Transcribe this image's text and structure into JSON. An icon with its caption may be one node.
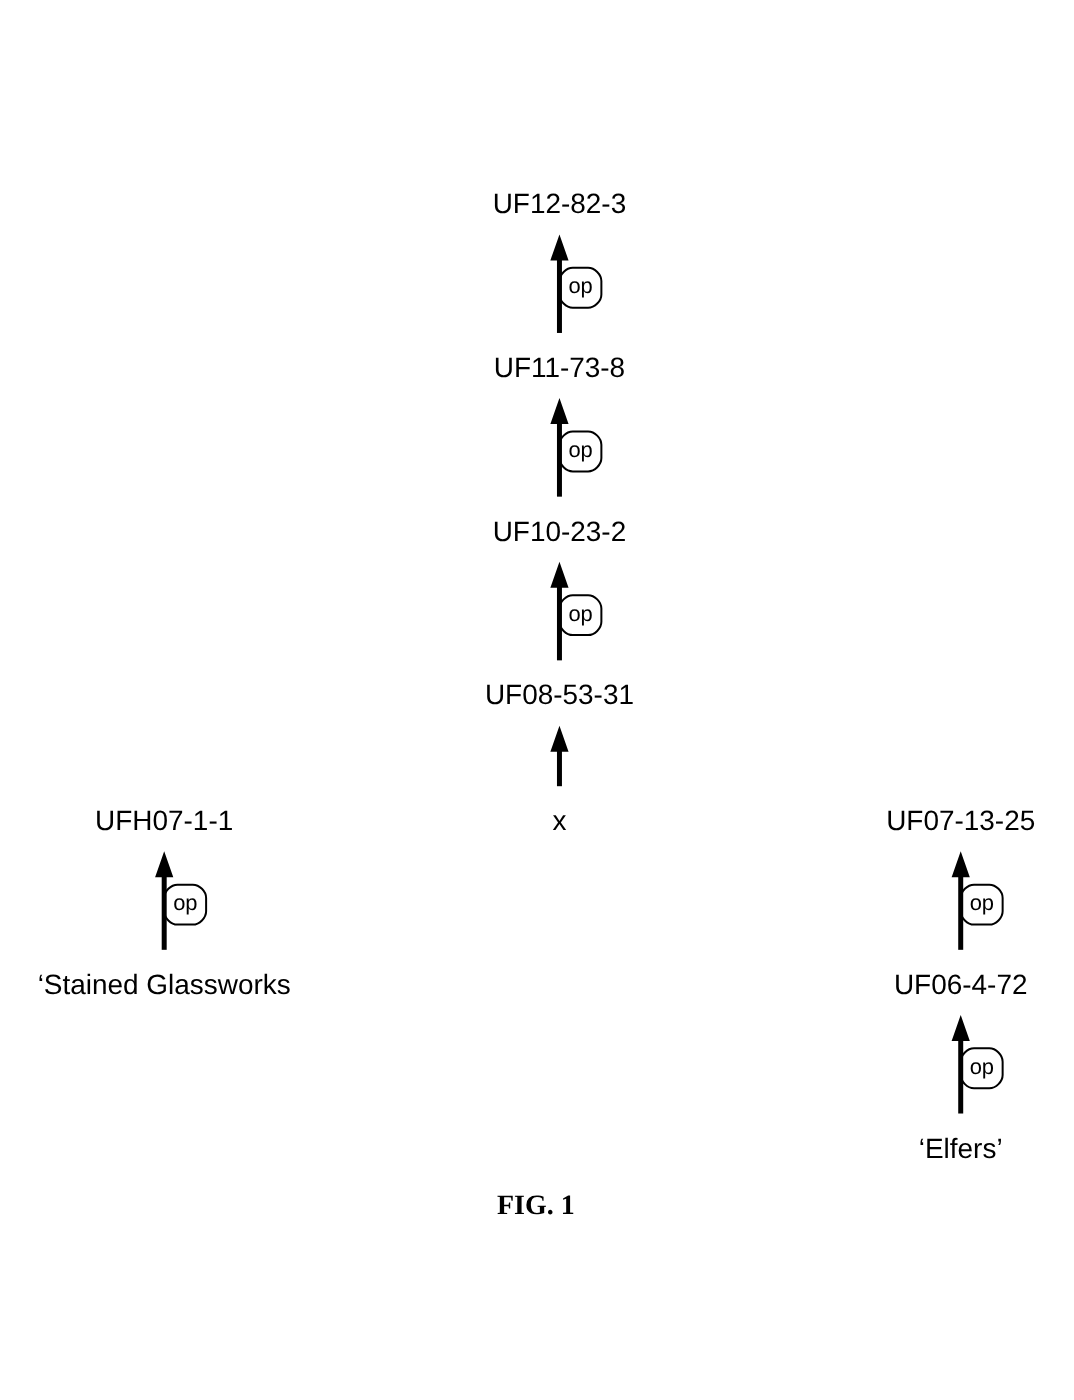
{
  "diagram": {
    "caption": "FIG. 1",
    "nodes": [
      {
        "text": [
          "UF12-82-3"
        ]
      },
      {
        "text": [
          "UF11-73-8"
        ]
      },
      {
        "text": [
          "UF10-23-2"
        ]
      },
      {
        "text": [
          "UF08-53-31"
        ]
      },
      {
        "text": [
          "UFH07-1-1"
        ]
      },
      {
        "text": [
          "x"
        ]
      },
      {
        "text": [
          "UF07-13-25"
        ]
      },
      {
        "text": [
          "‘Stained Glassworks"
        ]
      },
      {
        "text": [
          "UF06-4-72"
        ]
      },
      {
        "text": [
          "‘Elfers’"
        ]
      }
    ],
    "edges": [
      {
        "from": 7,
        "to": 4,
        "arrow": "to",
        "label": "op"
      },
      {
        "from": 9,
        "to": 8,
        "arrow": "to",
        "label": "op"
      },
      {
        "from": 8,
        "to": 6,
        "arrow": "to",
        "label": "op"
      },
      {
        "from": 5,
        "to": 3,
        "arrow": "to"
      },
      {
        "from": 3,
        "to": 2,
        "arrow": "to",
        "label": "op"
      },
      {
        "from": 2,
        "to": 1,
        "arrow": "to",
        "label": "op"
      },
      {
        "from": 1,
        "to": 0,
        "arrow": "to",
        "label": "op"
      }
    ]
  }
}
